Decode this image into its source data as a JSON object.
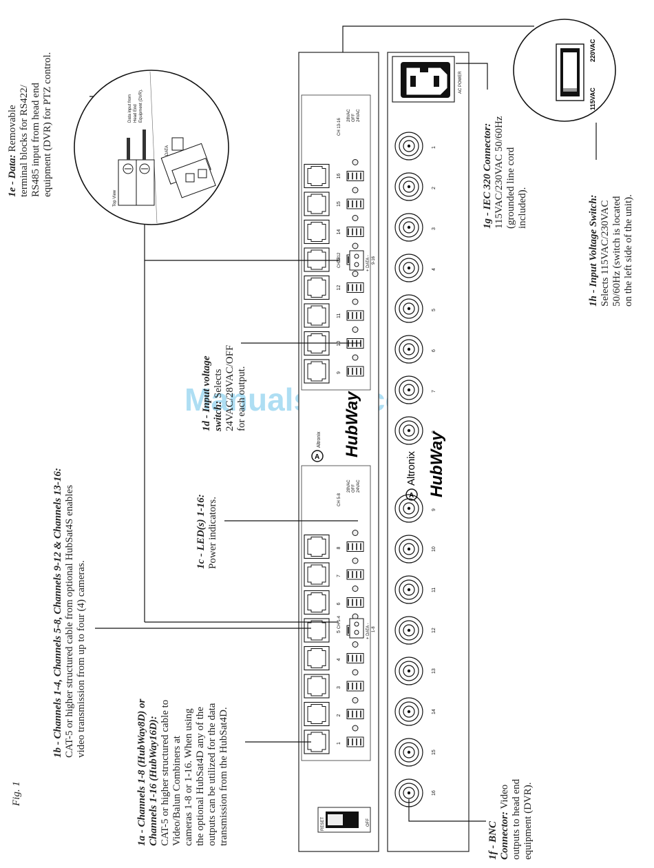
{
  "figure_label": "Fig. 1",
  "watermark": "ManualsLib.com",
  "callouts": {
    "c1a": {
      "heading": "1a - Channels 1-8 (HubWay8D) or",
      "heading2": "Channels 1-16 (HubWay16D):",
      "lines": [
        "CAT-5 or higher structured cable to",
        "Video/Balun Combiners at",
        "cameras 1-8 or 1-16. When using",
        "the optional HubSat4D any of the",
        "outputs can be utilized for the data",
        "transmission from the HubSat4D."
      ]
    },
    "c1b": {
      "heading": "1b - Channels 1-4, Channels 5-8, Channels 9-12 & Channels 13-16:",
      "lines": [
        "CAT-5 or higher structured cable from optional HubSat4S enables",
        "video transmission from up to four (4) cameras."
      ]
    },
    "c1c": {
      "heading": "1c - LED(s) 1-16:",
      "lines": [
        "Power indicators."
      ]
    },
    "c1d": {
      "heading": "1d - Input voltage",
      "heading2": "switch:",
      "heading2_rest": " Selects",
      "lines": [
        "24VAC/28VAC/OFF",
        "for each output."
      ]
    },
    "c1e": {
      "heading": "1e - Data:",
      "heading_rest": " Removable",
      "lines": [
        "terminal blocks for RS422/",
        "RS485 input from head end",
        "equipment (DVR) for PTZ control."
      ]
    },
    "c1f": {
      "heading": "1f - BNC",
      "heading2": "Connector:",
      "heading2_rest": " Video",
      "lines": [
        "outputs to head end",
        "equipment (DVR)."
      ]
    },
    "c1g": {
      "heading": "1g - IEC 320 Connector:",
      "lines": [
        "115VAC/230VAC 50/60Hz",
        "(grounded line cord",
        "included)."
      ]
    },
    "c1h": {
      "heading": "1h - Input Voltage Switch:",
      "lines": [
        "Selects 115VAC/230VAC",
        "50/60Hz (switch is located",
        "on the left side of the unit)."
      ]
    }
  },
  "front_panel": {
    "group_labels": [
      "CH 1-4",
      "CH 5-8",
      "CH 9-12",
      "CH 13-16"
    ],
    "switch_options": [
      "28VAC",
      "OFF",
      "24VAC"
    ],
    "data_labels": [
      "+ DATA -",
      "1-8",
      "+ DATA -",
      "9-16"
    ],
    "channel_numbers": [
      "1",
      "2",
      "3",
      "4",
      "5",
      "6",
      "7",
      "8",
      "9",
      "10",
      "11",
      "12",
      "13",
      "14",
      "15",
      "16"
    ],
    "brand": "Altronix",
    "product": "HubWay",
    "reset_label": "RESET",
    "off_label": "OFF"
  },
  "rear_panel": {
    "ac_power_label": "AC POWER",
    "bnc_numbers": [
      "1",
      "2",
      "3",
      "4",
      "5",
      "6",
      "7",
      "8",
      "9",
      "10",
      "11",
      "12",
      "13",
      "14",
      "15",
      "16"
    ],
    "brand": "Altronix",
    "product": "HubWay"
  },
  "detail_data": {
    "note_lines": [
      "Data input from",
      "Head End",
      "Equipment (DVR)."
    ],
    "data_label": "DATA",
    "top_view": "Top View"
  },
  "detail_voltage": {
    "label_115": "115VAC",
    "label_220": "220VAC"
  }
}
